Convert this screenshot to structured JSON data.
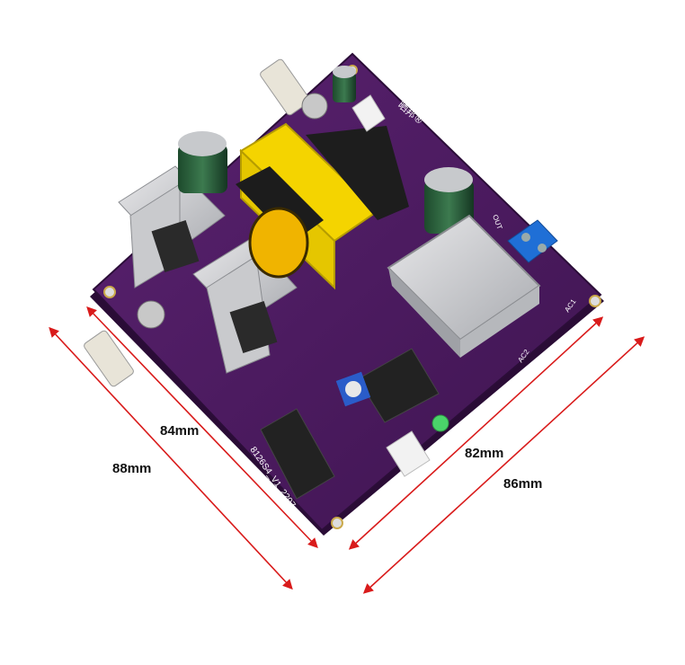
{
  "dimensions": {
    "inner_left": "84mm",
    "outer_left": "88mm",
    "inner_right": "82mm",
    "outer_right": "86mm"
  },
  "board": {
    "model_text": "8126S4_V1_2207",
    "brand_text": "晒邦®",
    "labels": [
      "AC1",
      "AC2",
      "OUT"
    ],
    "color": "#4b1a5e"
  },
  "arrow_color": "#d91b1b"
}
